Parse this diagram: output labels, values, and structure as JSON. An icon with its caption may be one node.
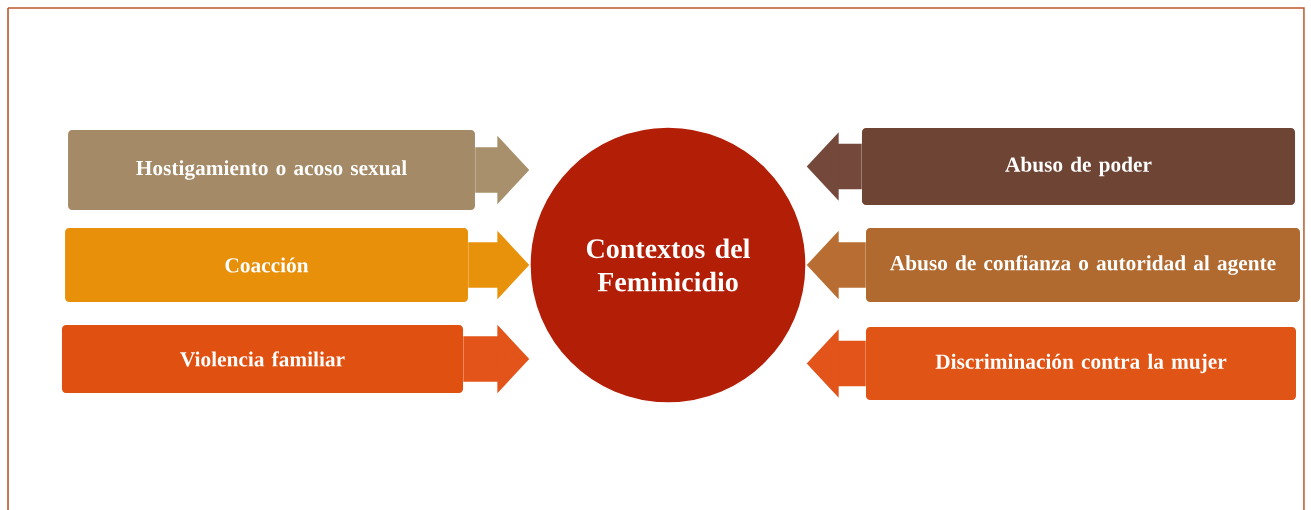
{
  "diagram": {
    "nodes": [
      {
        "text": [
          "Contextos del Feminicidio"
        ]
      },
      {
        "text": [
          "Hostigamiento o acoso sexual"
        ]
      },
      {
        "text": [
          "Coacción"
        ]
      },
      {
        "text": [
          "Violencia familiar"
        ]
      },
      {
        "text": [
          "Abuso de poder"
        ]
      },
      {
        "text": [
          "Abuso de confianza o autoridad al agente"
        ]
      },
      {
        "text": [
          "Discriminación contra la mujer"
        ]
      }
    ],
    "edges": [
      {
        "from": 1,
        "to": 0,
        "arrow": "to",
        "color": "#a8906c"
      },
      {
        "from": 2,
        "to": 0,
        "arrow": "to",
        "color": "#e8920c"
      },
      {
        "from": 3,
        "to": 0,
        "arrow": "to",
        "color": "#e2541a"
      },
      {
        "from": 4,
        "to": 0,
        "arrow": "to",
        "color": "#74483a"
      },
      {
        "from": 5,
        "to": 0,
        "arrow": "to",
        "color": "#b86e32"
      },
      {
        "from": 6,
        "to": 0,
        "arrow": "to",
        "color": "#e2541a"
      }
    ]
  }
}
